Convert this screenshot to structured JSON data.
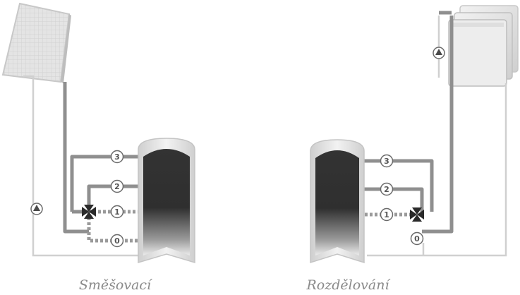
{
  "diagrams": [
    {
      "caption": "Směšovací",
      "ports": [
        "3",
        "2",
        "1",
        "0"
      ]
    },
    {
      "caption": "Rozdělování",
      "ports": [
        "3",
        "2",
        "1",
        "0"
      ]
    }
  ],
  "colors": {
    "pipe_dark": "#8f8f8f",
    "pipe_light": "#c9c9c9",
    "tank_shell": "#dcdcdc",
    "tank_core_top": "#3a3a3a",
    "tank_core_bottom": "#e6e6e6",
    "valve": "#2a2a2a",
    "caption": "#8a8a8a"
  }
}
